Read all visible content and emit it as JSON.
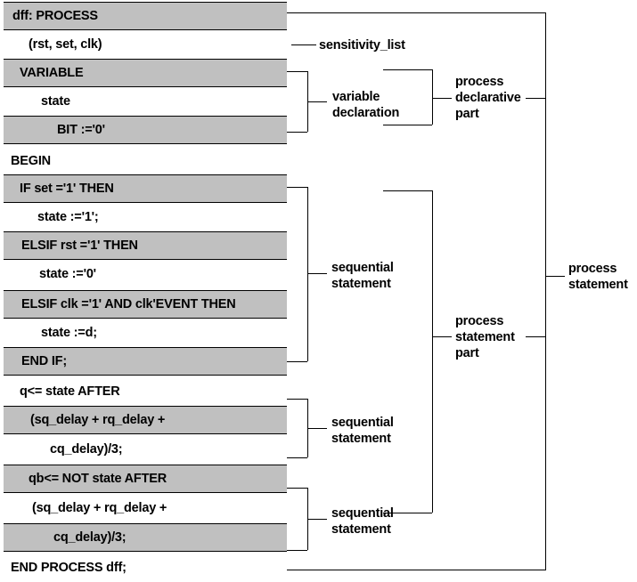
{
  "diagram": {
    "title": "VHDL process statement structure",
    "colors": {
      "shaded_row_fill": "#c0c0c0",
      "line": "#000000",
      "text": "#000000",
      "background": "#ffffff"
    },
    "code_rows": [
      {
        "text": "dff: PROCESS",
        "shaded": true,
        "indent": 10
      },
      {
        "text": "(rst, set, clk)",
        "shaded": false,
        "indent": 28
      },
      {
        "text": "VARIABLE",
        "shaded": true,
        "indent": 18
      },
      {
        "text": "state",
        "shaded": false,
        "indent": 42
      },
      {
        "text": "BIT :='0'",
        "shaded": true,
        "indent": 60
      },
      {
        "text": "BEGIN",
        "shaded": false,
        "indent": 8
      },
      {
        "text": "IF set ='1' THEN",
        "shaded": true,
        "indent": 18
      },
      {
        "text": "state :='1';",
        "shaded": false,
        "indent": 38
      },
      {
        "text": "ELSIF rst ='1' THEN",
        "shaded": true,
        "indent": 20
      },
      {
        "text": "state :='0'",
        "shaded": false,
        "indent": 40
      },
      {
        "text": "ELSIF clk ='1' AND clk'EVENT THEN",
        "shaded": true,
        "indent": 20
      },
      {
        "text": "state :=d;",
        "shaded": false,
        "indent": 42
      },
      {
        "text": "END IF;",
        "shaded": true,
        "indent": 20
      },
      {
        "text": "q<= state AFTER",
        "shaded": false,
        "indent": 18
      },
      {
        "text": "(sq_delay + rq_delay +",
        "shaded": true,
        "indent": 30
      },
      {
        "text": "cq_delay)/3;",
        "shaded": false,
        "indent": 52
      },
      {
        "text": "qb<= NOT state AFTER",
        "shaded": true,
        "indent": 28
      },
      {
        "text": "(sq_delay + rq_delay +",
        "shaded": false,
        "indent": 32
      },
      {
        "text": "cq_delay)/3;",
        "shaded": true,
        "indent": 56
      },
      {
        "text": "END PROCESS dff;",
        "shaded": false,
        "indent": 8
      }
    ],
    "annotations": {
      "sensitivity_list": "sensitivity_list",
      "variable_declaration": "variable\ndeclaration",
      "process_declarative_part": "process\ndeclarative\npart",
      "sequential_statement_1": "sequential\nstatement",
      "sequential_statement_2": "sequential\nstatement",
      "sequential_statement_3": "sequential\nstatement",
      "process_statement_part": "process\nstatement\npart",
      "process_statement": "process\nstatement"
    }
  }
}
